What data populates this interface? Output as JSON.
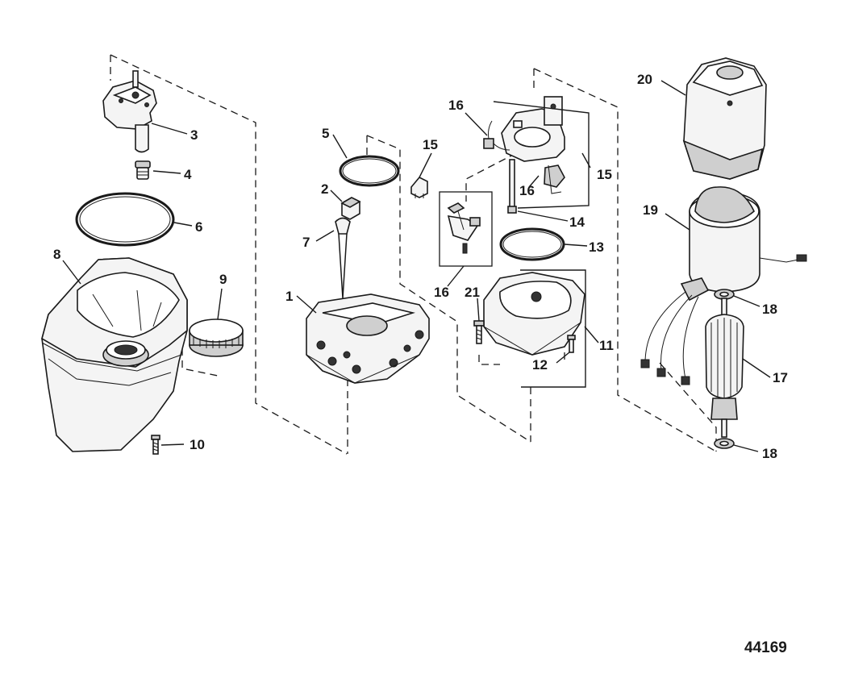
{
  "figure_number": "44169",
  "callouts": {
    "c1": "1",
    "c2": "2",
    "c3": "3",
    "c4": "4",
    "c5": "5",
    "c6": "6",
    "c7": "7",
    "c8": "8",
    "c9": "9",
    "c10": "10",
    "c11": "11",
    "c12": "12",
    "c13": "13",
    "c14": "14",
    "c15a": "15",
    "c15b": "15",
    "c16a": "16",
    "c16b": "16",
    "c16c": "16",
    "c17": "17",
    "c18a": "18",
    "c18b": "18",
    "c19": "19",
    "c20": "20",
    "c21": "21"
  }
}
